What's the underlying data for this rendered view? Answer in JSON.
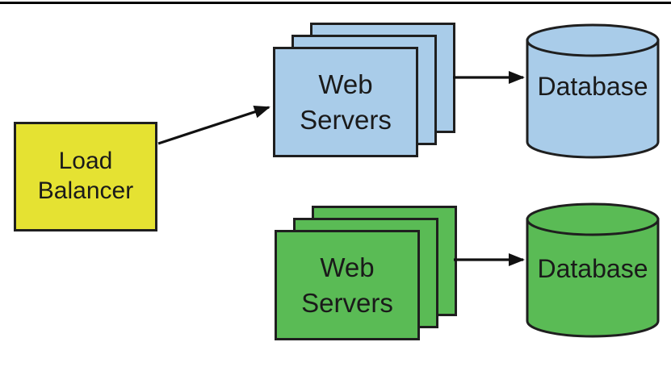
{
  "styles": {
    "rule_color": "#000000",
    "border_color": "#1f1f1f",
    "text_color": "#1a1a1a",
    "arrow_color": "#111111",
    "background": "#ffffff"
  },
  "load_balancer": {
    "label": "Load Balancer",
    "color": "#e5e232"
  },
  "clusters": [
    {
      "name": "blue-tier",
      "color": "#a9cce9",
      "web_servers_label": "Web Servers",
      "database_label": "Database",
      "web_server_count_shown": 3
    },
    {
      "name": "green-tier",
      "color": "#5abb55",
      "web_servers_label": "Web Servers",
      "database_label": "Database",
      "web_server_count_shown": 3
    }
  ],
  "connections": [
    {
      "from": "load-balancer",
      "to": "blue-web-servers"
    },
    {
      "from": "blue-web-servers",
      "to": "blue-database"
    },
    {
      "from": "green-web-servers",
      "to": "green-database"
    }
  ]
}
